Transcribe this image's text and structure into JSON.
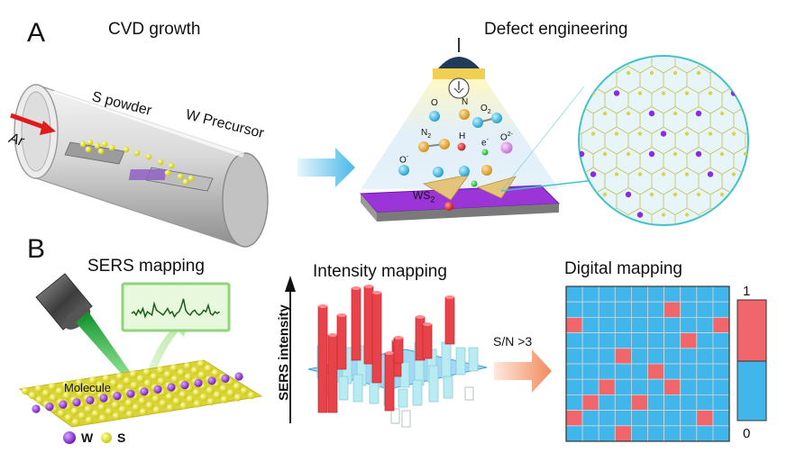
{
  "panels": {
    "a": "A",
    "b": "B"
  },
  "titles": {
    "cvd": "CVD growth",
    "defect": "Defect engineering",
    "sers": "SERS mapping",
    "intensity": "Intensity mapping",
    "digital": "Digital mapping"
  },
  "tube": {
    "ar": "Ar",
    "s_powder": "S powder",
    "w_precursor": "W Precursor"
  },
  "species": {
    "o": "O",
    "n": "N",
    "o2": "O",
    "o2_sub": "2",
    "n2": "N",
    "n2_sub": "2",
    "h": "H",
    "e": "e",
    "e_sup": "-",
    "o2m": "O",
    "o2m_sup": "2-",
    "om": "O",
    "om_sup": "-",
    "ws2": "WS",
    "ws2_sub": "2"
  },
  "sers": {
    "molecule": "Molecule",
    "w_legend": "W",
    "s_legend": "S"
  },
  "intensity_axis": "SERS intensity",
  "threshold": "S/N >3",
  "colorbar": {
    "max": "1",
    "min": "0"
  },
  "colors": {
    "tube": "#c9c9c9",
    "s_particle": "#e8e600",
    "w_atom": "#8a2be2",
    "substrate": "#9b30d9",
    "grid_blue": "#41b6ea",
    "grid_red": "#f0666b",
    "bar_red": "#e8434a",
    "bar_cyan": "#b9ecf2",
    "laser": "#2cc04a",
    "arrow_blue": "#7fd0ef",
    "arrow_orange": "#f4a27a"
  },
  "digital_map": {
    "rows": 10,
    "cols": 10,
    "ones": [
      [
        1,
        6
      ],
      [
        2,
        0
      ],
      [
        2,
        9
      ],
      [
        3,
        7
      ],
      [
        4,
        3
      ],
      [
        5,
        5
      ],
      [
        6,
        2
      ],
      [
        6,
        6
      ],
      [
        7,
        1
      ],
      [
        7,
        4
      ],
      [
        8,
        0
      ],
      [
        8,
        8
      ],
      [
        9,
        3
      ]
    ]
  },
  "intensity_map": {
    "red_bars": 12
  }
}
